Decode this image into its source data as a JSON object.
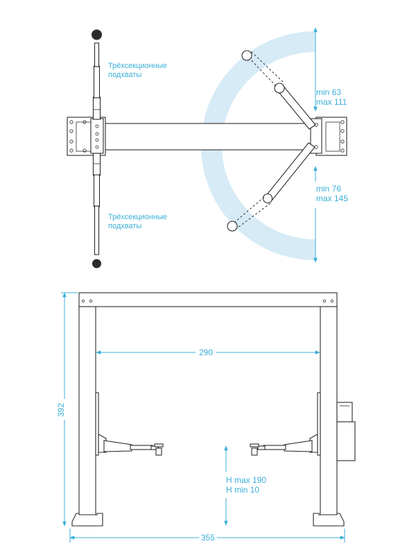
{
  "colors": {
    "accent": "#3aaed8",
    "accent_light": "#d6ebf6",
    "line": "#2b2b2b"
  },
  "top_view": {
    "arm_label_top": [
      "Трёхсекционные",
      "подхваты"
    ],
    "arm_label_bottom": [
      "Трёхсекционные",
      "подхваты"
    ],
    "dim_upper": [
      "min 63",
      "max 111"
    ],
    "dim_lower": [
      "min 76",
      "max 145"
    ]
  },
  "front_view": {
    "width_inner": "290",
    "height_total": "392",
    "width_total": "355",
    "lift_height": [
      "H max 190",
      "H min 10"
    ]
  }
}
